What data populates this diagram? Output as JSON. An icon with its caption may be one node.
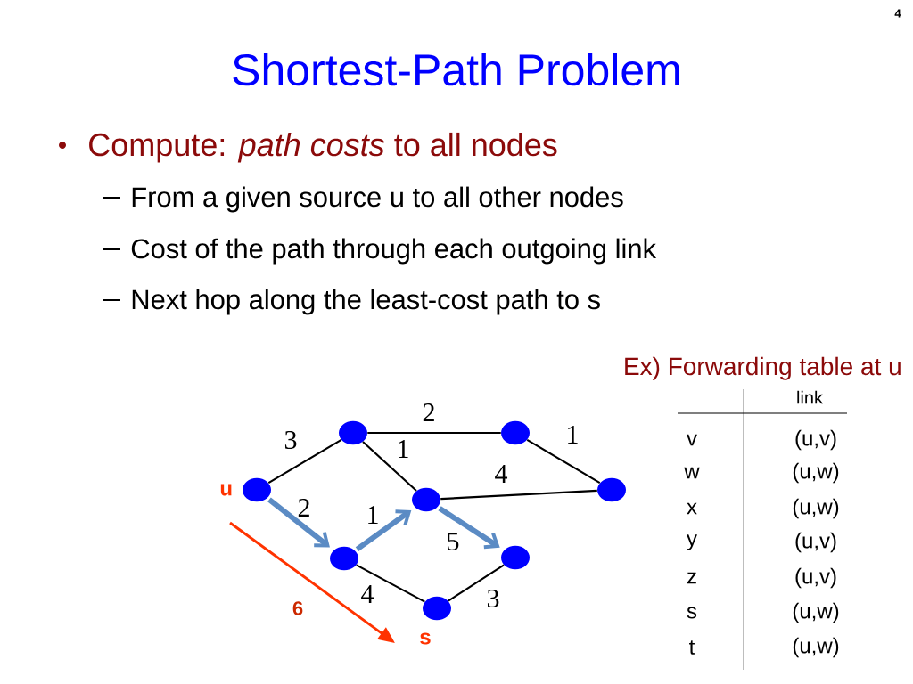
{
  "diagram": {
    "title": "Shortest-Path Problem",
    "nodes": [
      {
        "text": [],
        "shape": "circle",
        "beside": [
          "u"
        ]
      },
      {
        "text": [],
        "shape": "circle"
      },
      {
        "text": [],
        "shape": "circle"
      },
      {
        "text": [],
        "shape": "circle"
      },
      {
        "text": [],
        "shape": "circle"
      },
      {
        "text": [],
        "shape": "circle"
      },
      {
        "text": [],
        "shape": "circle"
      },
      {
        "text": [],
        "shape": "circle"
      }
    ],
    "edges": [
      {
        "from": 0,
        "to": 1,
        "arrow": "none",
        "label": "3"
      },
      {
        "from": 1,
        "to": 2,
        "arrow": "none",
        "label": "2"
      },
      {
        "from": 1,
        "to": 4,
        "arrow": "none",
        "label": "1"
      },
      {
        "from": 2,
        "to": 3,
        "arrow": "none",
        "label": "1"
      },
      {
        "from": 4,
        "to": 3,
        "arrow": "none",
        "label": "4"
      },
      {
        "from": 0,
        "to": 5,
        "arrow": "to",
        "label": "2",
        "style": "thick",
        "color": "#5b8bc4"
      },
      {
        "from": 5,
        "to": 4,
        "arrow": "to",
        "label": "1",
        "style": "thick",
        "color": "#5b8bc4"
      },
      {
        "from": 4,
        "to": 6,
        "arrow": "to",
        "label": "5",
        "style": "thick",
        "color": "#5b8bc4"
      },
      {
        "from": 5,
        "to": 7,
        "arrow": "none",
        "label": "4"
      },
      {
        "from": 7,
        "to": 6,
        "arrow": "none",
        "label": "3"
      }
    ],
    "labels": [
      "4",
      "Compute: *path costs* to all nodes",
      "From a given source u to all other nodes",
      "Cost of the path through each outgoing link",
      "Next hop along the least-cost path to s",
      "Ex) Forwarding table at u",
      "link",
      "v",
      "(u,v)",
      "w",
      "(u,w)",
      "x",
      "(u,w)",
      "y",
      "(u,v)",
      "z",
      "(u,v)",
      "s",
      "(u,w)",
      "t",
      "(u,w)",
      "6",
      "s"
    ]
  }
}
